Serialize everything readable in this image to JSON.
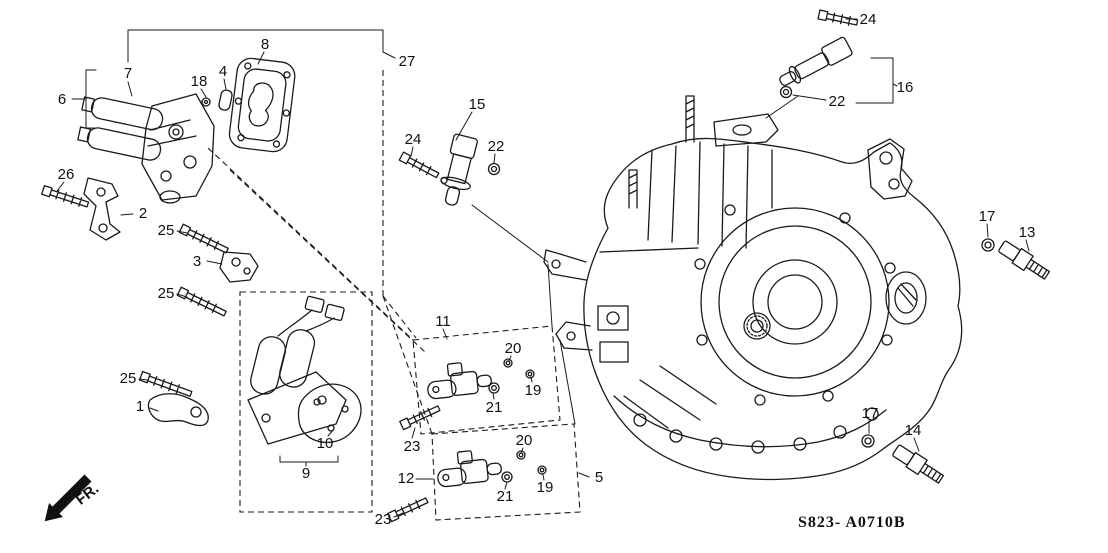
{
  "diagram": {
    "part_code": "S823- A0710B",
    "orientation_label": "FR.",
    "line_color": "#1a1a1a",
    "background_color": "#ffffff",
    "callouts": [
      "6",
      "7",
      "18",
      "4",
      "8",
      "27",
      "26",
      "2",
      "25",
      "3",
      "25",
      "25",
      "1",
      "10",
      "9",
      "11",
      "20",
      "19",
      "21",
      "23",
      "12",
      "20",
      "19",
      "21",
      "23",
      "5",
      "15",
      "24",
      "22",
      "24",
      "22",
      "16",
      "17",
      "13",
      "17",
      "14"
    ]
  }
}
